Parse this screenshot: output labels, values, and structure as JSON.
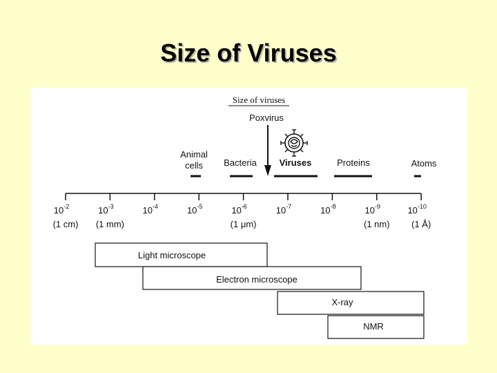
{
  "title": "Size of Viruses",
  "diagram": {
    "heading": "Size of viruses",
    "poxvirus_label": "Poxvirus",
    "categories": [
      {
        "id": "animal-cells",
        "line1": "Animal",
        "line2": "cells"
      },
      {
        "id": "bacteria",
        "line1": "Bacteria"
      },
      {
        "id": "viruses",
        "line1": "Viruses"
      },
      {
        "id": "proteins",
        "line1": "Proteins"
      },
      {
        "id": "atoms",
        "line1": "Atoms"
      }
    ],
    "scale": [
      {
        "base": "10",
        "exp": "-2",
        "unit": "(1 cm)"
      },
      {
        "base": "10",
        "exp": "-3",
        "unit": "(1 mm)"
      },
      {
        "base": "10",
        "exp": "-4",
        "unit": ""
      },
      {
        "base": "10",
        "exp": "-5",
        "unit": ""
      },
      {
        "base": "10",
        "exp": "-6",
        "unit": "(1 μm)"
      },
      {
        "base": "10",
        "exp": "-7",
        "unit": ""
      },
      {
        "base": "10",
        "exp": "-8",
        "unit": ""
      },
      {
        "base": "10",
        "exp": "-9",
        "unit": "(1 nm)"
      },
      {
        "base": "10",
        "exp": "-10",
        "unit": "(1 Å)"
      }
    ],
    "ranges": [
      {
        "id": "light-microscope",
        "label": "Light microscope"
      },
      {
        "id": "electron-microscope",
        "label": "Electron microscope"
      },
      {
        "id": "x-ray",
        "label": "X-ray"
      },
      {
        "id": "nmr",
        "label": "NMR"
      }
    ]
  }
}
